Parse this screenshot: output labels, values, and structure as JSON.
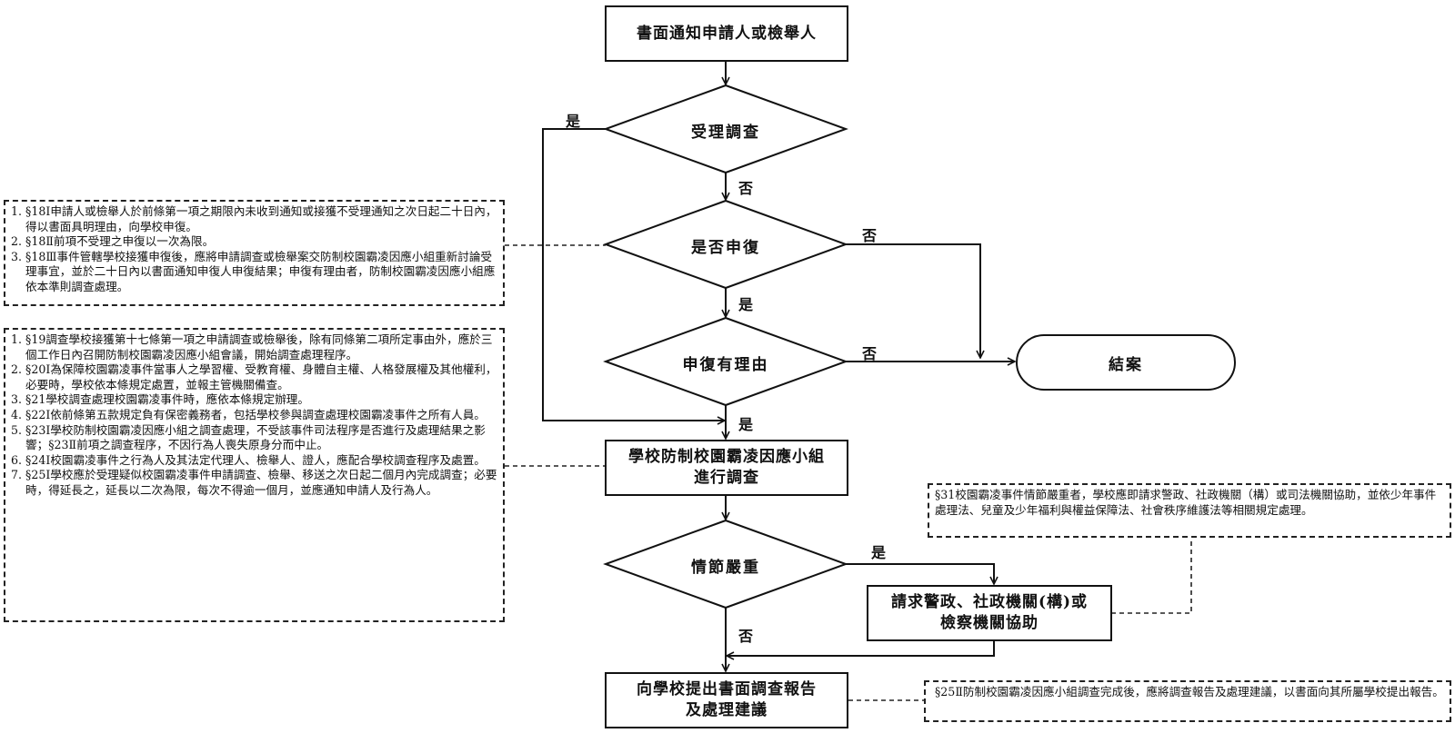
{
  "nodes": {
    "start": "書面通知申請人或檢舉人",
    "accept": "受理調查",
    "appeal": "是否申復",
    "reason": "申復有理由",
    "close": "結案",
    "team_line1": "學校防制校園霸凌因應小組",
    "team_line2": "進行調查",
    "serious": "情節嚴重",
    "police_line1": "請求警政、社政機關(構)或",
    "police_line2": "檢察機關協助",
    "report_line1": "向學校提出書面調查報告",
    "report_line2": "及處理建議"
  },
  "labels": {
    "yes": "是",
    "no": "否"
  },
  "notes": {
    "appeal_rules": [
      "1. §18Ⅰ申請人或檢舉人於前條第一項之期限內未收到通知或接獲不受理通知之次日起二十日內，得以書面具明理由，向學校申復。",
      "2. §18Ⅱ前項不受理之申復以一次為限。",
      "3. §18Ⅲ事件管轄學校接獲申復後，應將申請調查或檢舉案交防制校園霸凌因應小組重新討論受理事宜，並於二十日內以書面通知申復人申復結果；申復有理由者，防制校園霸凌因應小組應依本準則調查處理。"
    ],
    "investigation_rules": [
      "1. §19調查學校接獲第十七條第一項之申請調查或檢舉後，除有同條第二項所定事由外，應於三個工作日內召開防制校園霸凌因應小組會議，開始調查處理程序。",
      "2. §20Ⅰ為保障校園霸凌事件當事人之學習權、受教育權、身體自主權、人格發展權及其他權利，必要時，學校依本條規定處置，並報主管機關備查。",
      "3. §21學校調查處理校園霸凌事件時，應依本條規定辦理。",
      "4. §22Ⅰ依前條第五款規定負有保密義務者，包括學校參與調查處理校園霸凌事件之所有人員。",
      "5. §23Ⅰ學校防制校園霸凌因應小組之調查處理，不受該事件司法程序是否進行及處理結果之影響；§23Ⅱ前項之調查程序，不因行為人喪失原身分而中止。",
      "6. §24Ⅰ校園霸凌事件之行為人及其法定代理人、檢舉人、證人，應配合學校調查程序及處置。",
      "7. §25Ⅰ學校應於受理疑似校園霸凌事件申請調查、檢舉、移送之次日起二個月內完成調查；必要時，得延長之，延長以二次為限，每次不得逾一個月，並應通知申請人及行為人。"
    ],
    "serious_rule": "§31校園霸凌事件情節嚴重者，學校應即請求警政、社政機關（構）或司法機關協助，並依少年事件處理法、兒童及少年福利與權益保障法、社會秩序維護法等相關規定處理。",
    "report_rule": "§25Ⅱ防制校園霸凌因應小組調查完成後，應將調查報告及處理建議，以書面向其所屬學校提出報告。"
  }
}
